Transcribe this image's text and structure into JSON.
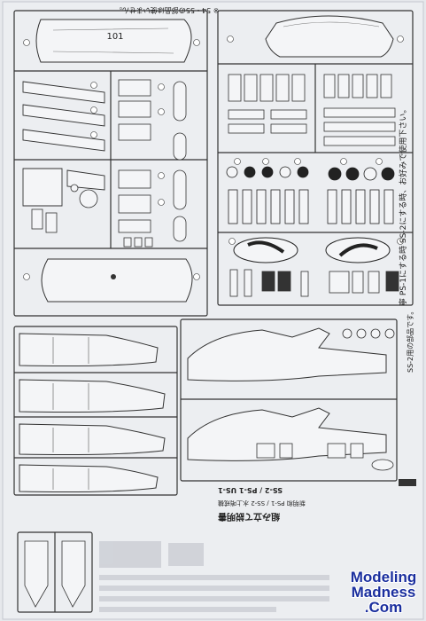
{
  "document": {
    "type": "model kit instruction sheet (sprue map)",
    "top_note": "※ 54・55の部品は使いません。",
    "wing_marking": "101",
    "vertical_note_1": "寧 PS-1にする時 SS-2にする時、お好みで使用下さい。",
    "vertical_note_2": "SS-2用の部品です。",
    "middle_note_1": "SS-2 / PS-1 US-1",
    "middle_note_2": "新明和 PS-1 / SS-2 水上哨戒機",
    "middle_note_3": "組み立て説明書"
  },
  "watermark": {
    "line1": "Modeling",
    "line2": "Madness",
    "line3": ".Com",
    "color": "#1b2f9e"
  }
}
